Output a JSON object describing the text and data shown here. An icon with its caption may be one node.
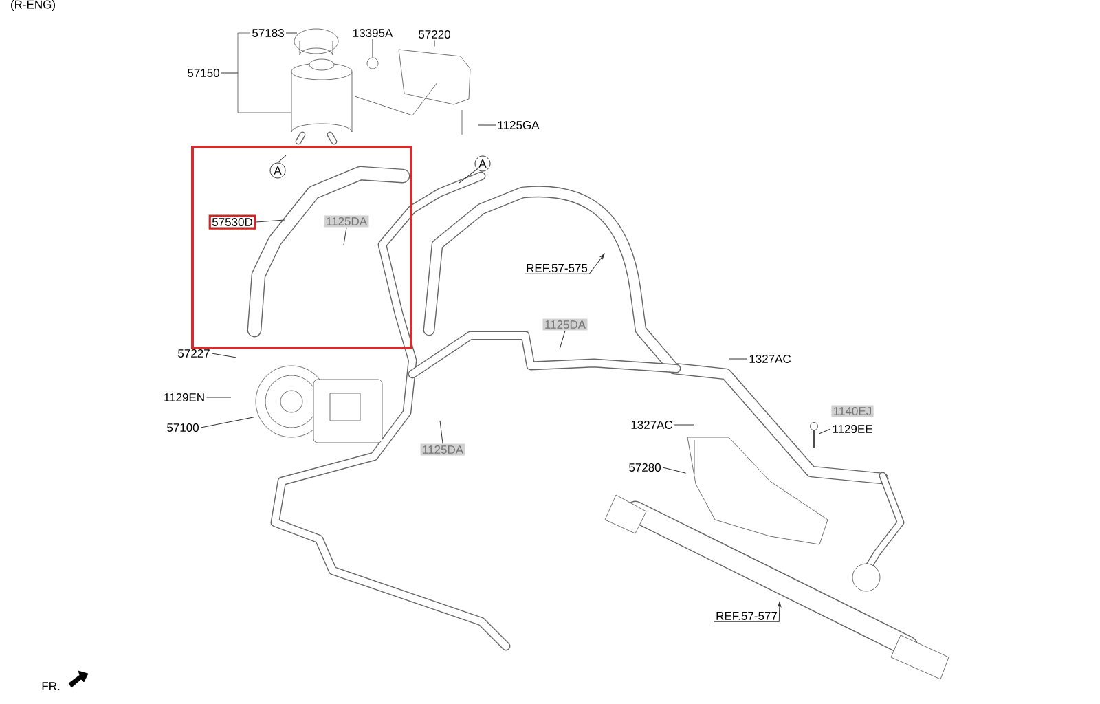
{
  "diagram": {
    "nodes": [
      {
        "text": [],
        "shape": "box"
      },
      {
        "text": [
          "57530D"
        ],
        "in": 0
      },
      {
        "text": [
          "1125DA"
        ],
        "in": 0
      },
      {
        "text": [
          "57183"
        ]
      },
      {
        "text": [
          "57150"
        ]
      },
      {
        "text": [
          "13395A"
        ]
      },
      {
        "text": [
          "57220"
        ]
      },
      {
        "text": [
          "1125GA"
        ]
      },
      {
        "text": [
          "A"
        ],
        "in": 0
      },
      {
        "text": [
          "A"
        ]
      },
      {
        "text": [
          "REF.57-575"
        ]
      },
      {
        "text": [
          "1125DA"
        ]
      },
      {
        "text": [
          "57227"
        ]
      },
      {
        "text": [
          "1327AC"
        ]
      },
      {
        "text": [
          "1129EN"
        ]
      },
      {
        "text": [
          "57100"
        ]
      },
      {
        "text": [
          "1125DA"
        ]
      },
      {
        "text": [
          "1327AC"
        ]
      },
      {
        "text": [
          "1140EJ"
        ]
      },
      {
        "text": [
          "1129EE"
        ]
      },
      {
        "text": [
          "57280"
        ]
      },
      {
        "text": [
          "REF.57-577"
        ]
      },
      {
        "text": [],
        "shape": "circle"
      },
      {
        "text": [],
        "shape": "picture"
      },
      {
        "text": [],
        "shape": "picture"
      },
      {
        "text": [],
        "shape": "picture"
      },
      {
        "text": [],
        "shape": "picture"
      }
    ],
    "edges": [
      {
        "from": 1,
        "to": null,
        "arrow": "none"
      },
      {
        "from": 2,
        "to": null,
        "arrow": "none"
      },
      {
        "from": 3,
        "to": null,
        "arrow": "none"
      },
      {
        "from": 4,
        "to": null,
        "arrow": "none"
      },
      {
        "from": 5,
        "to": 22,
        "arrow": "none"
      },
      {
        "from": 6,
        "to": 26,
        "arrow": "none"
      },
      {
        "from": 7,
        "to": null,
        "arrow": "none"
      },
      {
        "from": 8,
        "to": null,
        "arrow": "none"
      },
      {
        "from": 9,
        "to": null,
        "arrow": "none"
      },
      {
        "from": 10,
        "to": null,
        "arrow": "to"
      },
      {
        "from": 11,
        "to": null,
        "arrow": "none"
      },
      {
        "from": 12,
        "to": null,
        "arrow": "none"
      },
      {
        "from": 13,
        "to": null,
        "arrow": "none"
      },
      {
        "from": 14,
        "to": null,
        "arrow": "none"
      },
      {
        "from": 15,
        "to": 23,
        "arrow": "none"
      },
      {
        "from": 16,
        "to": null,
        "arrow": "none"
      },
      {
        "from": 17,
        "to": null,
        "arrow": "none"
      },
      {
        "from": 19,
        "to": 24,
        "arrow": "none"
      },
      {
        "from": 20,
        "to": 25,
        "arrow": "none"
      },
      {
        "from": 21,
        "to": null,
        "arrow": "to"
      }
    ],
    "labels": [
      "(R-ENG)",
      "FR."
    ]
  }
}
